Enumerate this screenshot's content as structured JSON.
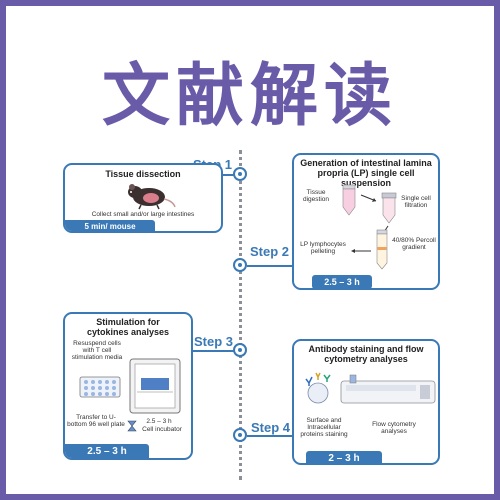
{
  "header": {
    "title": "文献解读"
  },
  "steps": [
    {
      "label": "Step 1",
      "card_title": "Tissue dissection",
      "caption": "Collect small and/or large intestines",
      "time": "5 min/ mouse"
    },
    {
      "label": "Step 2",
      "card_title": "Generation of intestinal lamina propria (LP) single cell suspension",
      "labels": {
        "tissue_digestion": "Tissue digestion",
        "single_cell_filtration": "Single cell filtration",
        "percoll_gradient": "40/80% Percoll gradient",
        "lp_pelleting": "LP lymphocytes pelleting"
      },
      "time": "2.5 – 3 h"
    },
    {
      "label": "Step 3",
      "card_title": "Stimulation for cytokines analyses",
      "labels": {
        "resuspend": "Resuspend cells with T cell stimulation media",
        "transfer": "Transfer to U-bottom 96 well plate",
        "duration": "2.5 – 3 h",
        "incubator": "Cell incubator"
      },
      "time": "2.5 – 3 h"
    },
    {
      "label": "Step 4",
      "card_title": "Antibody staining and flow cytometry analyses",
      "labels": {
        "staining": "Surface and Intracellular proteins staining",
        "flow": "Flow cytometry analyses"
      },
      "time": "2 – 3 h"
    }
  ],
  "colors": {
    "frame": "#6a5ba8",
    "accent": "#3a79b5",
    "timeline": "#8a8f98"
  }
}
